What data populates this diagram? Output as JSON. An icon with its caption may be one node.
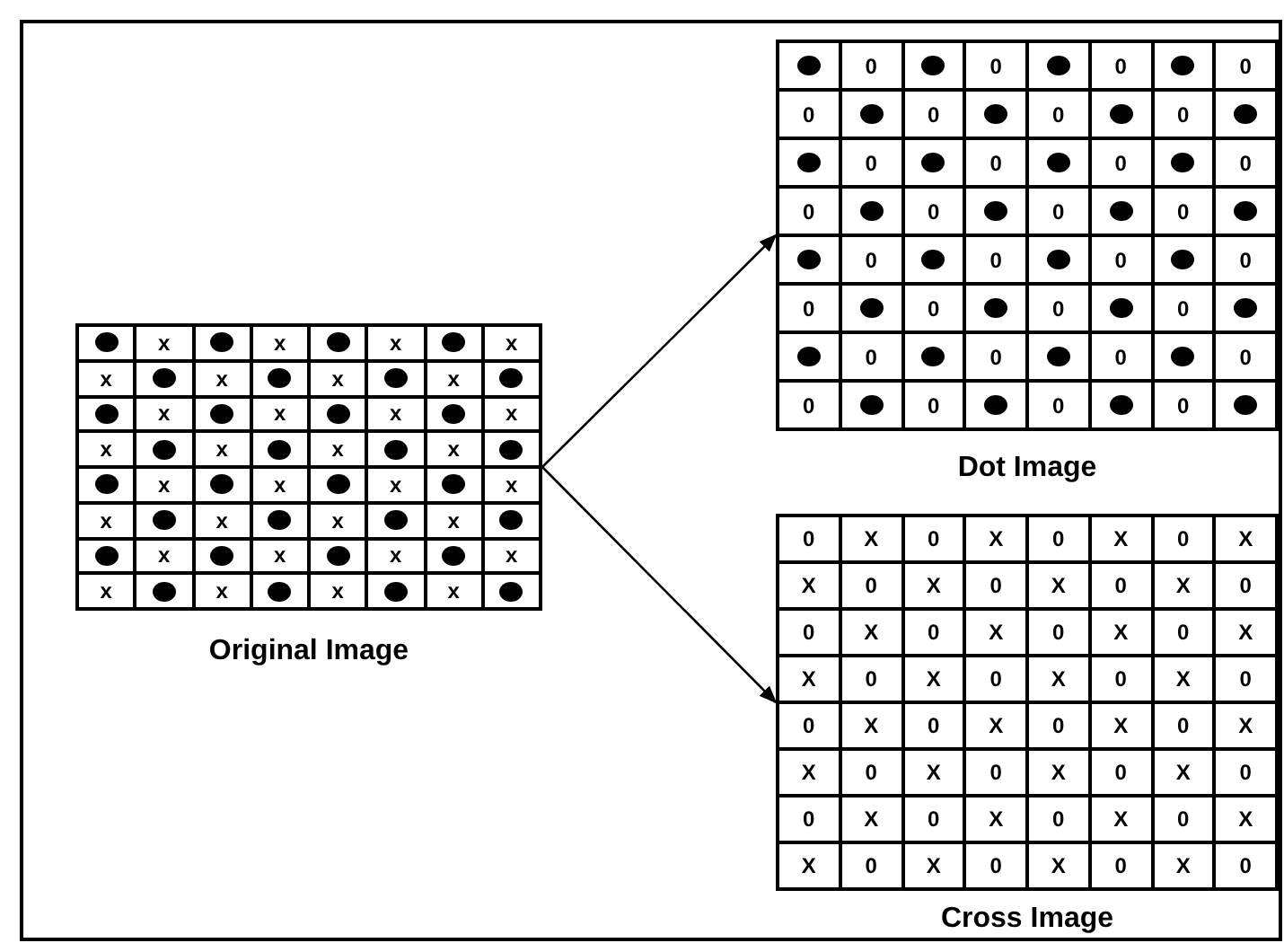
{
  "diagram": {
    "nodes": [
      {
        "text": [
          "Original Image"
        ]
      },
      {
        "text": [
          "Dot Image"
        ]
      },
      {
        "text": [
          "Cross Image"
        ]
      }
    ],
    "edges": [
      {
        "from": 0,
        "to": 1,
        "arrow": "to"
      },
      {
        "from": 0,
        "to": 2,
        "arrow": "to"
      }
    ],
    "labels": [
      "x",
      "x",
      "x",
      "x",
      "x",
      "x",
      "x",
      "x",
      "x",
      "x",
      "x",
      "x",
      "x",
      "x",
      "x",
      "x",
      "x",
      "x",
      "x",
      "x",
      "x",
      "x",
      "x",
      "x",
      "x",
      "x",
      "x",
      "x",
      "x",
      "x",
      "x",
      "x",
      "0",
      "0",
      "0",
      "0",
      "0",
      "0",
      "0",
      "0",
      "0",
      "0",
      "0",
      "0",
      "0",
      "0",
      "0",
      "0",
      "0",
      "0",
      "0",
      "0",
      "0",
      "0",
      "0",
      "0",
      "0",
      "0",
      "0",
      "0",
      "0",
      "0",
      "0",
      "0",
      "0",
      "X",
      "0",
      "X",
      "0",
      "X",
      "0",
      "X",
      "X",
      "0",
      "X",
      "0",
      "X",
      "0",
      "X",
      "0",
      "0",
      "X",
      "0",
      "X",
      "0",
      "X",
      "0",
      "X",
      "X",
      "0",
      "X",
      "0",
      "X",
      "0",
      "X",
      "0",
      "0",
      "X",
      "0",
      "X",
      "0",
      "X",
      "0",
      "X",
      "X",
      "0",
      "X",
      "0",
      "X",
      "0",
      "X",
      "0",
      "0",
      "X",
      "0",
      "X",
      "0",
      "X",
      "0",
      "X",
      "X",
      "0",
      "X",
      "0",
      "X",
      "0",
      "X",
      "0"
    ]
  }
}
